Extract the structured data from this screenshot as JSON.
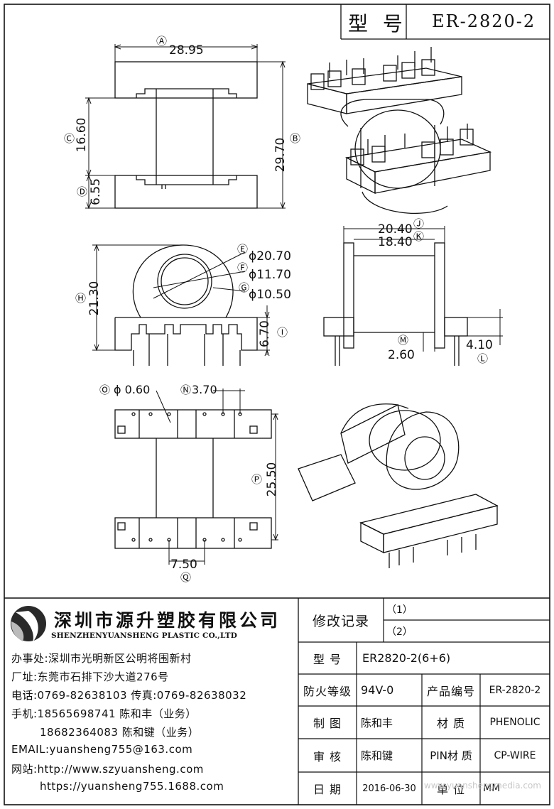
{
  "title_block": {
    "model_label": "型 号",
    "model_value": "ER-2820-2"
  },
  "dimensions": {
    "A": {
      "code": "Ⓐ",
      "value": "28.95"
    },
    "B": {
      "code": "Ⓑ",
      "value": "29.70"
    },
    "C": {
      "code": "Ⓒ",
      "value": "16.60"
    },
    "D": {
      "code": "Ⓓ",
      "value": "6.55"
    },
    "E": {
      "code": "Ⓔ",
      "value": "ϕ20.70"
    },
    "F": {
      "code": "Ⓕ",
      "value": "ϕ11.70"
    },
    "G": {
      "code": "Ⓖ",
      "value": "ϕ10.50"
    },
    "H": {
      "code": "Ⓗ",
      "value": "21.30"
    },
    "I": {
      "code": "Ⓘ",
      "value": "6.70"
    },
    "J": {
      "code": "Ⓙ",
      "value": "20.40"
    },
    "K": {
      "code": "Ⓚ",
      "value": "18.40"
    },
    "L": {
      "code": "Ⓛ",
      "value": "4.10"
    },
    "M": {
      "code": "Ⓜ",
      "value": "2.60"
    },
    "N": {
      "code": "Ⓝ",
      "value": "3.70"
    },
    "O": {
      "code": "Ⓞ",
      "value": "ϕ 0.60"
    },
    "P": {
      "code": "Ⓟ",
      "value": "25.50"
    },
    "Q": {
      "code": "Ⓠ",
      "value": "7.50"
    }
  },
  "company": {
    "name": "深圳市源升塑胶有限公司",
    "name_en": "SHENZHENYUANSHENG PLASTIC CO.,LTD",
    "office": "办事处:深圳市光明新区公明将围新村",
    "factory": "厂址:东莞市石排下沙大道276号",
    "phone": "电话:0769-82638103 传真:0769-82638032",
    "mobile1": "手机:18565698741 陈和丰（业务）",
    "mobile2": "18682364083 陈和键（业务）",
    "email": "EMAIL:yuansheng755@163.com",
    "web1": "网站:http://www.szyuansheng.com",
    "web2": "https://yuansheng755.1688.com"
  },
  "revision": {
    "label": "修改记录",
    "r1": "（1）",
    "r2": "（2）"
  },
  "spec": {
    "model_label": "型 号",
    "model_value": "ER2820-2(6+6)",
    "fire_label": "防火等级",
    "fire_value": "94V-0",
    "product_no_label": "产品编号",
    "product_no_value": "ER-2820-2",
    "drawn_label": "制 图",
    "drawn_value": "陈和丰",
    "material_label": "材 质",
    "material_value": "PHENOLIC",
    "review_label": "审 核",
    "review_value": "陈和键",
    "pin_material_label": "PIN材 质",
    "pin_material_value": "CP-WIRE",
    "date_label": "日 期",
    "date_value": "2016-06-30",
    "unit_label": "单 位",
    "unit_value": "MM"
  },
  "watermark": "www.yuanshengmedia.com"
}
